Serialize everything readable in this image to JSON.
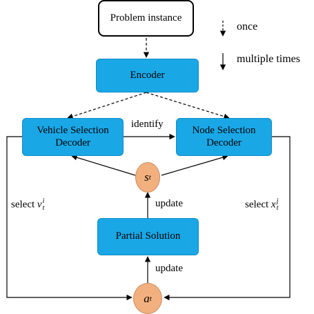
{
  "nodes": {
    "problem": "Problem instance",
    "encoder": "Encoder",
    "vehicle_decoder": [
      "Vehicle Selection",
      "Decoder"
    ],
    "node_decoder": [
      "Node Selection",
      "Decoder"
    ],
    "partial_solution": "Partial Solution",
    "state": {
      "base": "s",
      "sub": "t"
    },
    "action": {
      "base": "a",
      "sub": "t"
    }
  },
  "edge_labels": {
    "identify": "identify",
    "update_state": "update",
    "update_solution": "update",
    "select_vehicle": {
      "text": "select",
      "var": "v",
      "sup": "i",
      "sub": "t"
    },
    "select_node": {
      "text": "select",
      "var": "x",
      "sup": "j",
      "sub": "t"
    }
  },
  "legend": {
    "once": "once",
    "multiple": "multiple times"
  },
  "colors": {
    "box_fill": "#1aa7e6",
    "circle_fill": "#f3b07f",
    "line": "#000000"
  }
}
